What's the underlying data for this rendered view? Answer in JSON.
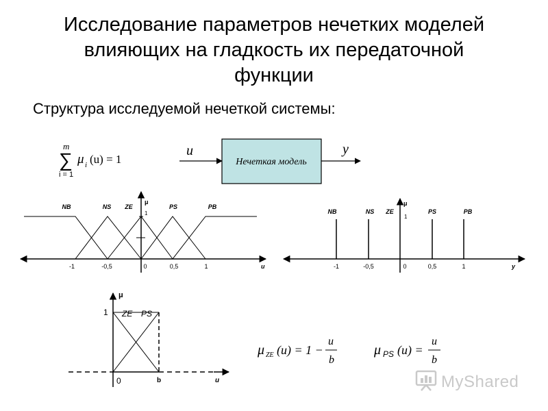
{
  "slide": {
    "title_lines": [
      "Исследование параметров нечетких моделей",
      "влияющих на гладкость их передаточной",
      "функции"
    ],
    "subtitle": "Структура исследуемой нечеткой системы:"
  },
  "formula_sum": {
    "upper": "m",
    "lower": "i = 1",
    "expr": "μ",
    "sub": "i",
    "arg": "(u) = 1"
  },
  "block": {
    "input": "u",
    "output": "y",
    "label": "Нечеткая модель",
    "fill": "#bfe3e4"
  },
  "graph_triangles": {
    "terms": [
      "NB",
      "NS",
      "ZE",
      "PS",
      "PB"
    ],
    "ticks": [
      "-1",
      "-0,5",
      "0",
      "0,5",
      "1"
    ],
    "axis_x": "u",
    "axis_y": "μ",
    "one": "1"
  },
  "graph_singletons": {
    "terms": [
      "NB",
      "NS",
      "ZE",
      "PS",
      "PB"
    ],
    "ticks": [
      "-1",
      "-0,5",
      "0",
      "0,5",
      "1"
    ],
    "axis_x": "y",
    "axis_y": "μ",
    "one": "1"
  },
  "graph_zoom": {
    "axis_y": "μ",
    "one": "1",
    "terms": [
      "ZE",
      "PS"
    ],
    "origin": "0",
    "b": "b",
    "axis_x": "u"
  },
  "formula_ze": {
    "mu": "μ",
    "sub": "ZE",
    "rest": "(u) = 1 −",
    "num": "u",
    "den": "b"
  },
  "formula_ps": {
    "mu": "μ",
    "sub": "PS",
    "rest": "(u) =",
    "num": "u",
    "den": "b"
  },
  "logo": {
    "text": "MyShared",
    "color": "#c9c9c9"
  }
}
